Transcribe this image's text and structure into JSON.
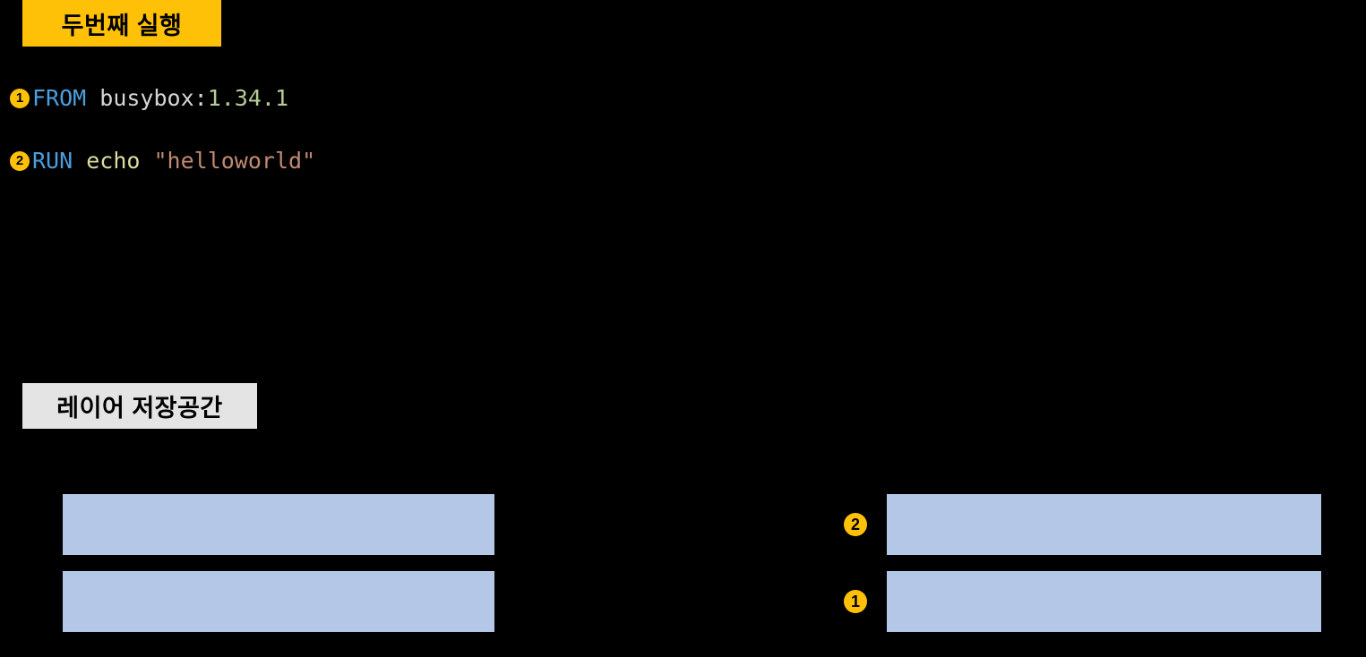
{
  "slide": {
    "background_color": "#000000",
    "accent_color": "#FFC107",
    "layer_color": "#B4C7E7",
    "storage_badge_color": "#E4E4E4"
  },
  "run_section": {
    "title": "두번째 실행"
  },
  "dockerfile": {
    "lines": [
      {
        "number": "1",
        "keyword": "FROM",
        "space1": " ",
        "image": "busybox:",
        "version": "1.34.1"
      },
      {
        "number": "2",
        "keyword": "RUN",
        "space1": " ",
        "command": "echo",
        "space2": " ",
        "string": "\"helloworld\""
      }
    ]
  },
  "storage_section": {
    "title": "레이어 저장공간",
    "left_group": {
      "layers": [
        {
          "badge": ""
        },
        {
          "badge": ""
        }
      ]
    },
    "right_group": {
      "layers": [
        {
          "badge": "2"
        },
        {
          "badge": "1"
        }
      ]
    }
  }
}
